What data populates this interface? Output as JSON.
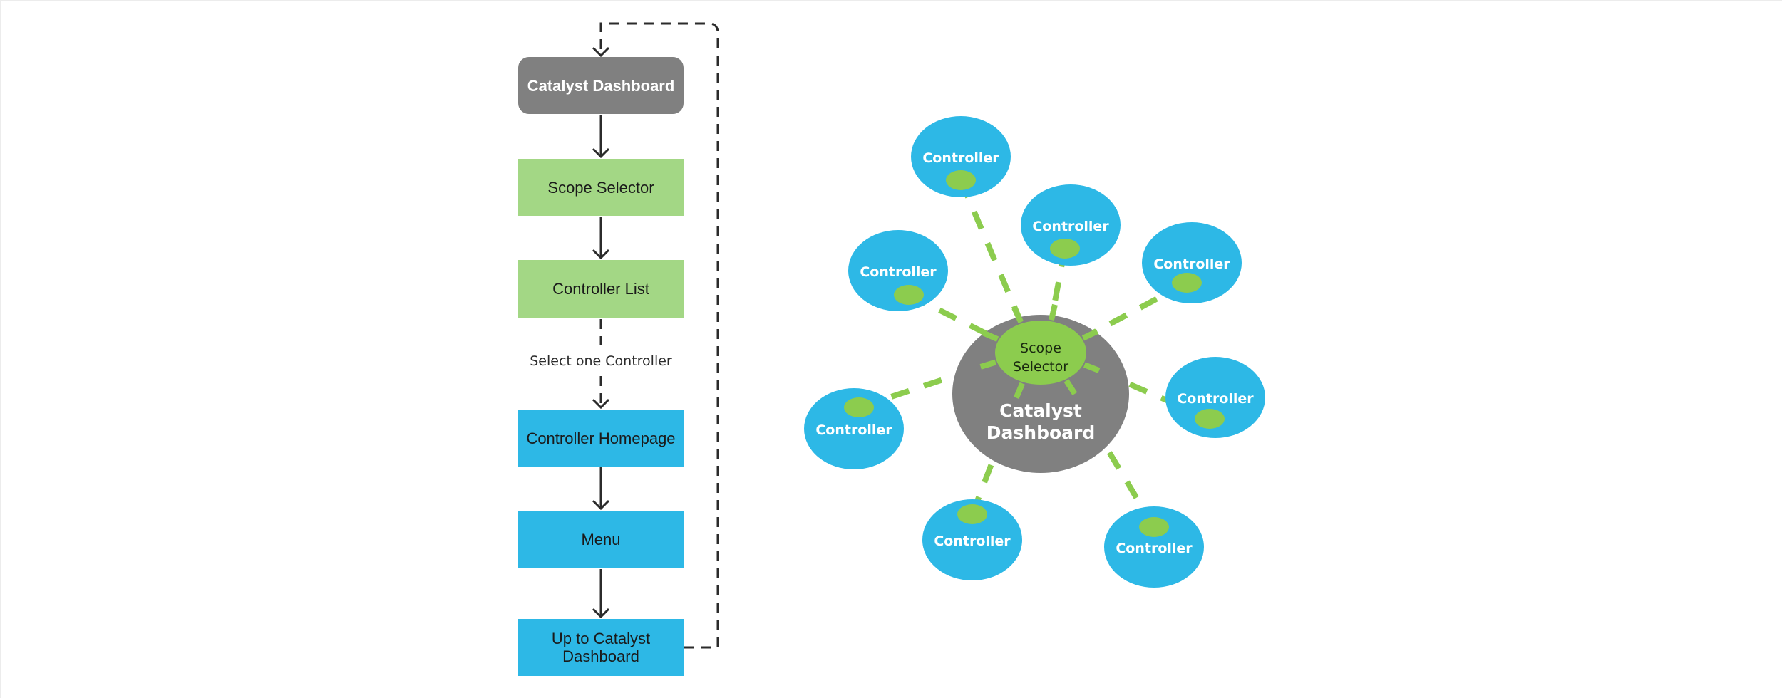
{
  "colors": {
    "gray": "#808080",
    "green_box": "#a3d785",
    "blue": "#2db8e6",
    "green_accent": "#8ccc4e",
    "arrow": "#2b2b2b"
  },
  "flowchart": {
    "steps": [
      {
        "label": "Catalyst Dashboard",
        "style": "gray"
      },
      {
        "label": "Scope Selector",
        "style": "green"
      },
      {
        "label": "Controller List",
        "style": "green"
      },
      {
        "label": "Controller Homepage",
        "style": "blue"
      },
      {
        "label": "Menu",
        "style": "blue"
      },
      {
        "label": "Up to Catalyst Dashboard",
        "label_lines": [
          "Up to Catalyst",
          "Dashboard"
        ],
        "style": "blue"
      }
    ],
    "edges": [
      {
        "from": "Catalyst Dashboard",
        "to": "Scope Selector",
        "style": "solid"
      },
      {
        "from": "Scope Selector",
        "to": "Controller List",
        "style": "solid"
      },
      {
        "from": "Controller List",
        "to": "Controller Homepage",
        "style": "dashed",
        "label": "Select one Controller"
      },
      {
        "from": "Controller Homepage",
        "to": "Menu",
        "style": "solid"
      },
      {
        "from": "Menu",
        "to": "Up to Catalyst Dashboard",
        "style": "solid"
      },
      {
        "from": "Up to Catalyst Dashboard",
        "to": "Catalyst Dashboard",
        "style": "dashed-loop"
      }
    ]
  },
  "hub": {
    "center_label_lines": [
      "Catalyst",
      "Dashboard"
    ],
    "selector_label_lines": [
      "Scope",
      "Selector"
    ],
    "controllers": [
      {
        "label": "Controller"
      },
      {
        "label": "Controller"
      },
      {
        "label": "Controller"
      },
      {
        "label": "Controller"
      },
      {
        "label": "Controller"
      },
      {
        "label": "Controller"
      },
      {
        "label": "Controller"
      },
      {
        "label": "Controller"
      }
    ]
  }
}
